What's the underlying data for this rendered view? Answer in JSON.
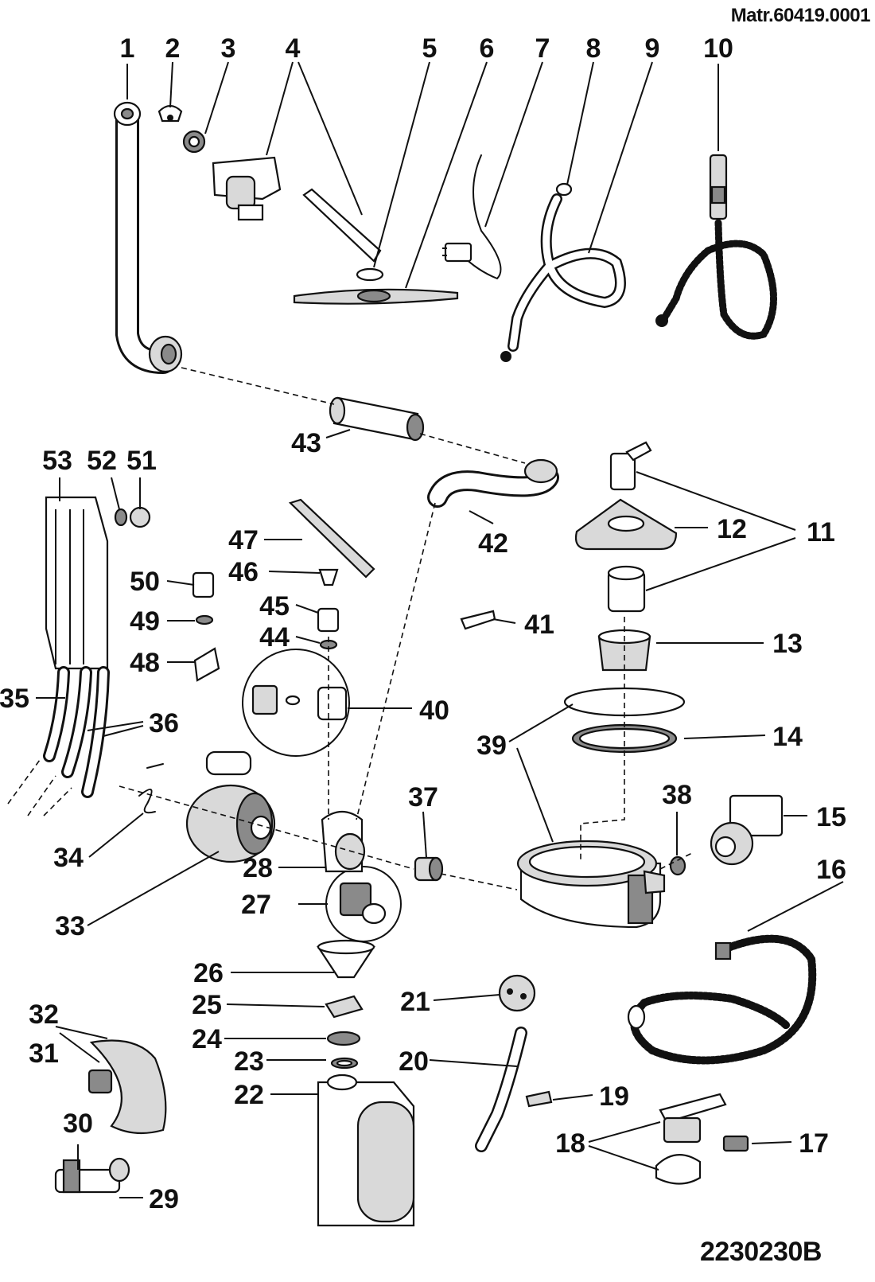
{
  "header": {
    "material_code": "Matr.60419.0001"
  },
  "footer": {
    "drawing_number": "2230230B"
  },
  "callouts": [
    "1",
    "2",
    "3",
    "4",
    "5",
    "6",
    "7",
    "8",
    "9",
    "10",
    "11",
    "12",
    "13",
    "14",
    "15",
    "16",
    "17",
    "18",
    "19",
    "20",
    "21",
    "22",
    "23",
    "24",
    "25",
    "26",
    "27",
    "28",
    "29",
    "30",
    "31",
    "32",
    "33",
    "34",
    "35",
    "36",
    "37",
    "38",
    "39",
    "40",
    "41",
    "42",
    "43",
    "44",
    "45",
    "46",
    "47",
    "48",
    "49",
    "50",
    "51",
    "52",
    "53"
  ]
}
